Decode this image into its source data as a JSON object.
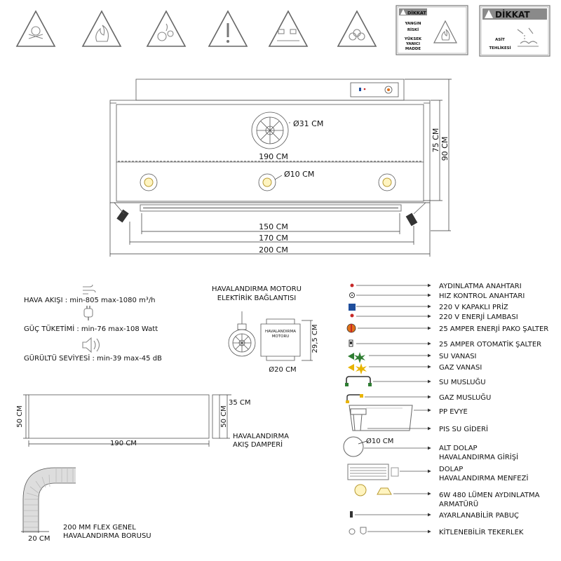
{
  "signs": {
    "sign1_title": "DİKKAT",
    "sign1_lines": [
      "YANGIN",
      "RİSKİ",
      "YÜKSEK",
      "YANICI",
      "MADDE"
    ],
    "sign2_title": "DİKKAT",
    "sign2_lines": [
      "ASİT",
      "TEHLİKESİ"
    ]
  },
  "front_view": {
    "fan_dia": "Ø31 CM",
    "inner_width": "190 CM",
    "light_dia": "Ø10 CM",
    "height_75": "75 CM",
    "height_90": "90 CM",
    "w150": "150 CM",
    "w170": "170 CM",
    "w200": "200 CM"
  },
  "specs": {
    "airflow": "HAVA AKIŞI : min-805 max-1080 m³/h",
    "power": "GÜÇ TÜKETİMİ : min-76 max-108 Watt",
    "noise": "GÜRÜLTÜ SEVİYESİ : min-39 max-45 dB"
  },
  "motor": {
    "title_l1": "HAVALANDIRMA MOTORU",
    "title_l2": "ELEKTİRİK BAĞLANTISI",
    "label_l1": "HAVALANDIRMA",
    "label_l2": "MOTORU",
    "height": "29,5 CM",
    "dia": "Ø20 CM"
  },
  "damper": {
    "left_h": "50 CM",
    "width": "190 CM",
    "top_w": "35 CM",
    "right_h": "50 CM",
    "label_l1": "HAVALANDIRMA",
    "label_l2": "AKIŞ DAMPERİ"
  },
  "flex": {
    "dia": "20 CM",
    "label_l1": "200 MM FLEX GENEL",
    "label_l2": "HAVALANDIRMA BORUSU"
  },
  "legend": {
    "items": [
      "AYDINLATMA ANAHTARI",
      "HIZ KONTROL ANAHTARI",
      "220 V KAPAKLI PRİZ",
      "220 V ENERJİ LAMBASI",
      "25 AMPER ENERJİ PAKO ŞALTER",
      "25 AMPER OTOMATİK ŞALTER",
      "SU VANASI",
      "GAZ VANASI",
      "SU MUSLUĞU",
      "GAZ MUSLUĞU",
      "PP EVYE",
      "PIS SU GİDERİ"
    ],
    "dolap_dia": "Ø10 CM",
    "alt_dolap_l1": "ALT DOLAP",
    "alt_dolap_l2": "HAVALANDIRMA GİRİŞİ",
    "menfez_l1": "DOLAP",
    "menfez_l2": "HAVALANDIRMA MENFEZİ",
    "armatur_l1": "6W 480 LÜMEN AYDINLATMA",
    "armatur_l2": "ARMATÜRÜ",
    "pabuc": "AYARLANABİLİR PABUÇ",
    "teker": "KİTLENEBİLİR TEKERLEK"
  },
  "colors": {
    "line": "#555555",
    "socket_blue": "#1f4e9c",
    "indicator_red": "#c62828",
    "switch_orange": "#e0701a",
    "water_green": "#2e7d32",
    "gas_yellow": "#e8b400"
  }
}
